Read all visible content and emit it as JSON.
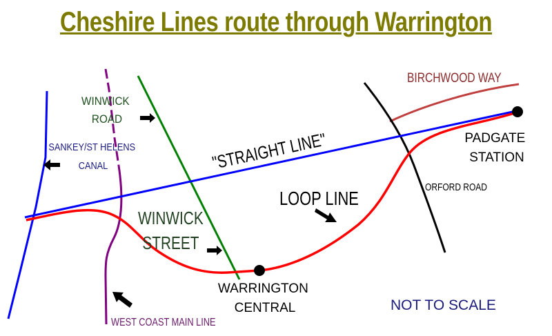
{
  "title": "Cheshire Lines route through Warrington",
  "labels": {
    "winwick_road": [
      "WINWICK",
      "ROAD"
    ],
    "canal": [
      "SANKEY/ST HELENS",
      "CANAL"
    ],
    "straight_line": "\"STRAIGHT LINE\"",
    "birchwood_way": "BIRCHWOOD WAY",
    "padgate": [
      "PADGATE",
      "STATION"
    ],
    "orford_road": "ORFORD ROAD",
    "loop_line": "LOOP LINE",
    "winwick_street": [
      "WINWICK",
      "STREET"
    ],
    "warrington_central": [
      "WARRINGTON",
      "CENTRAL"
    ],
    "west_coast": "WEST COAST MAIN LINE",
    "not_to_scale": "NOT TO SCALE"
  },
  "colors": {
    "title": "#7d7a00",
    "canal": "#0000ff",
    "straight_line": "#0000ff",
    "loop_line": "#ff0000",
    "winwick_road": "#008000",
    "west_coast": "#800080",
    "orford_road": "#000000",
    "birchwood_way": "#c04040"
  }
}
